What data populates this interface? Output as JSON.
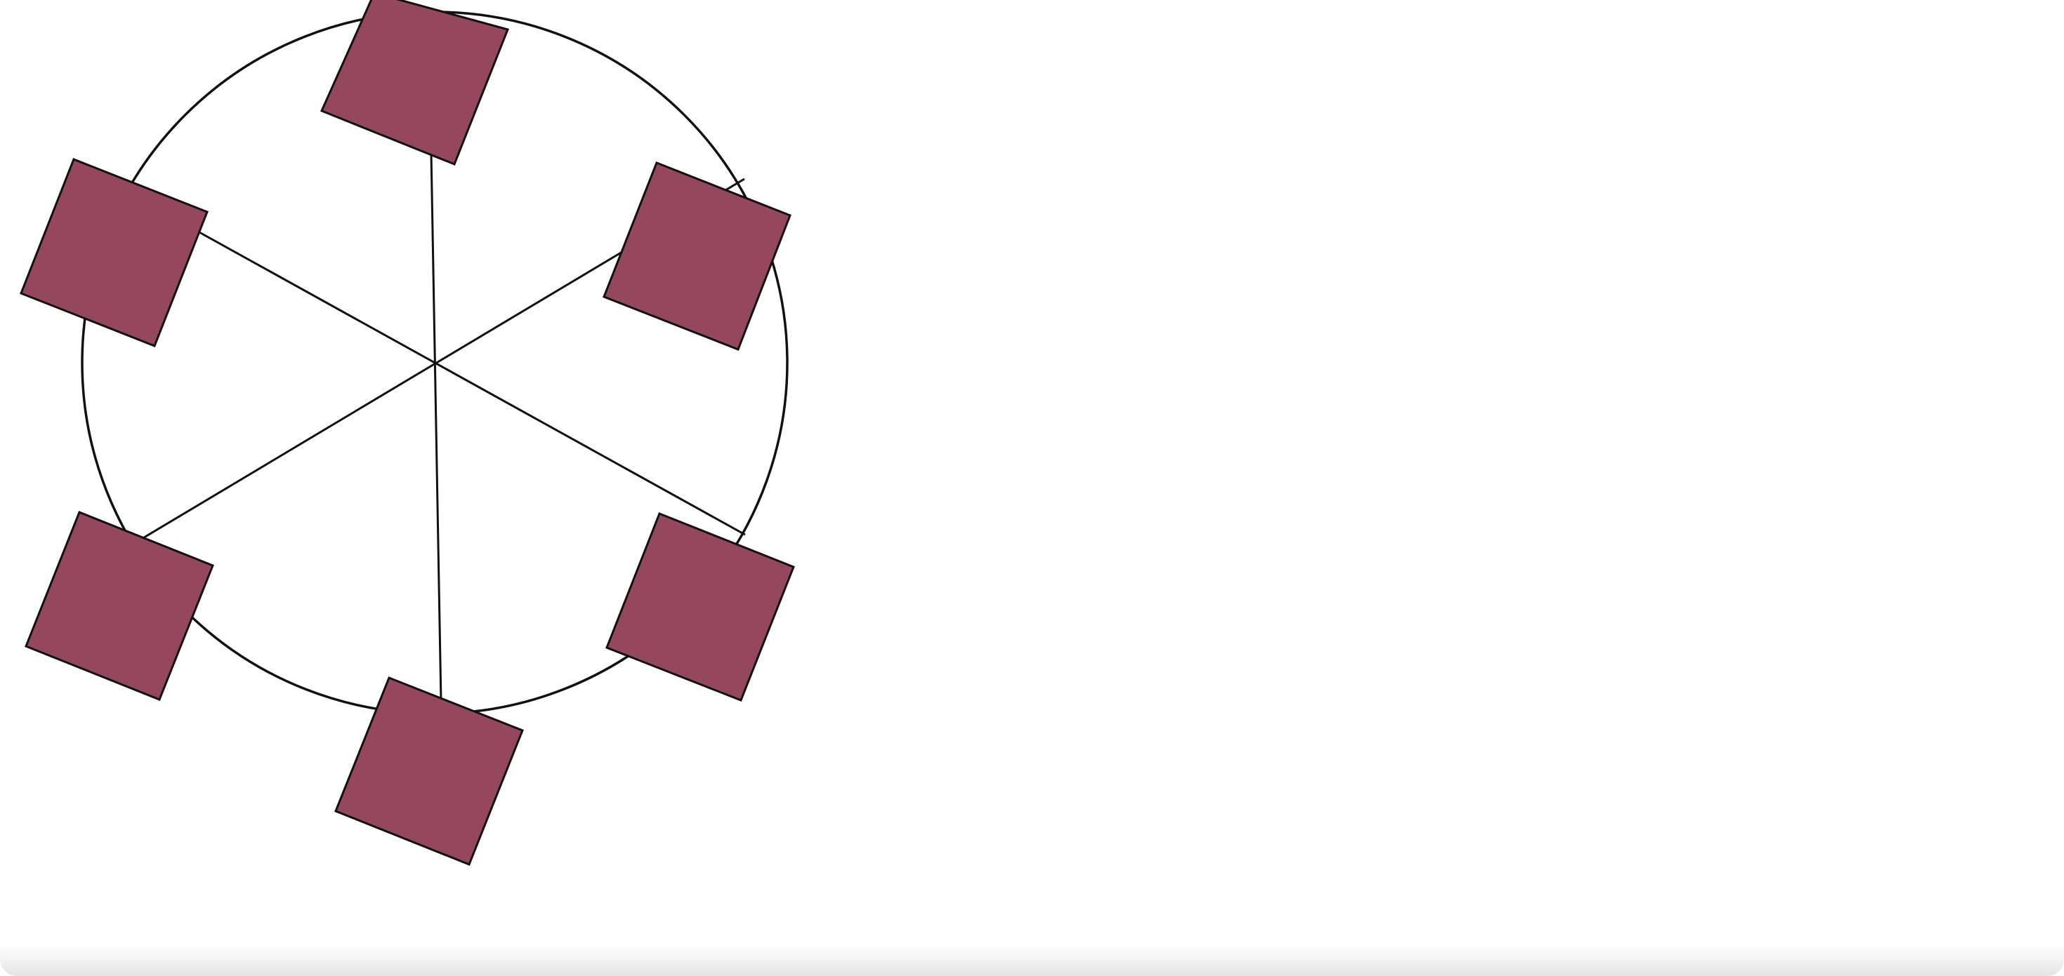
{
  "scene": {
    "type": "ferris-wheel",
    "background_color": "#ffffff",
    "line_color": "#111111",
    "gondola_color": "#94475d",
    "rim_shape": "circle",
    "spoke_count": 3,
    "gondola_count": 6,
    "gondola_shape": "rotated-square"
  }
}
